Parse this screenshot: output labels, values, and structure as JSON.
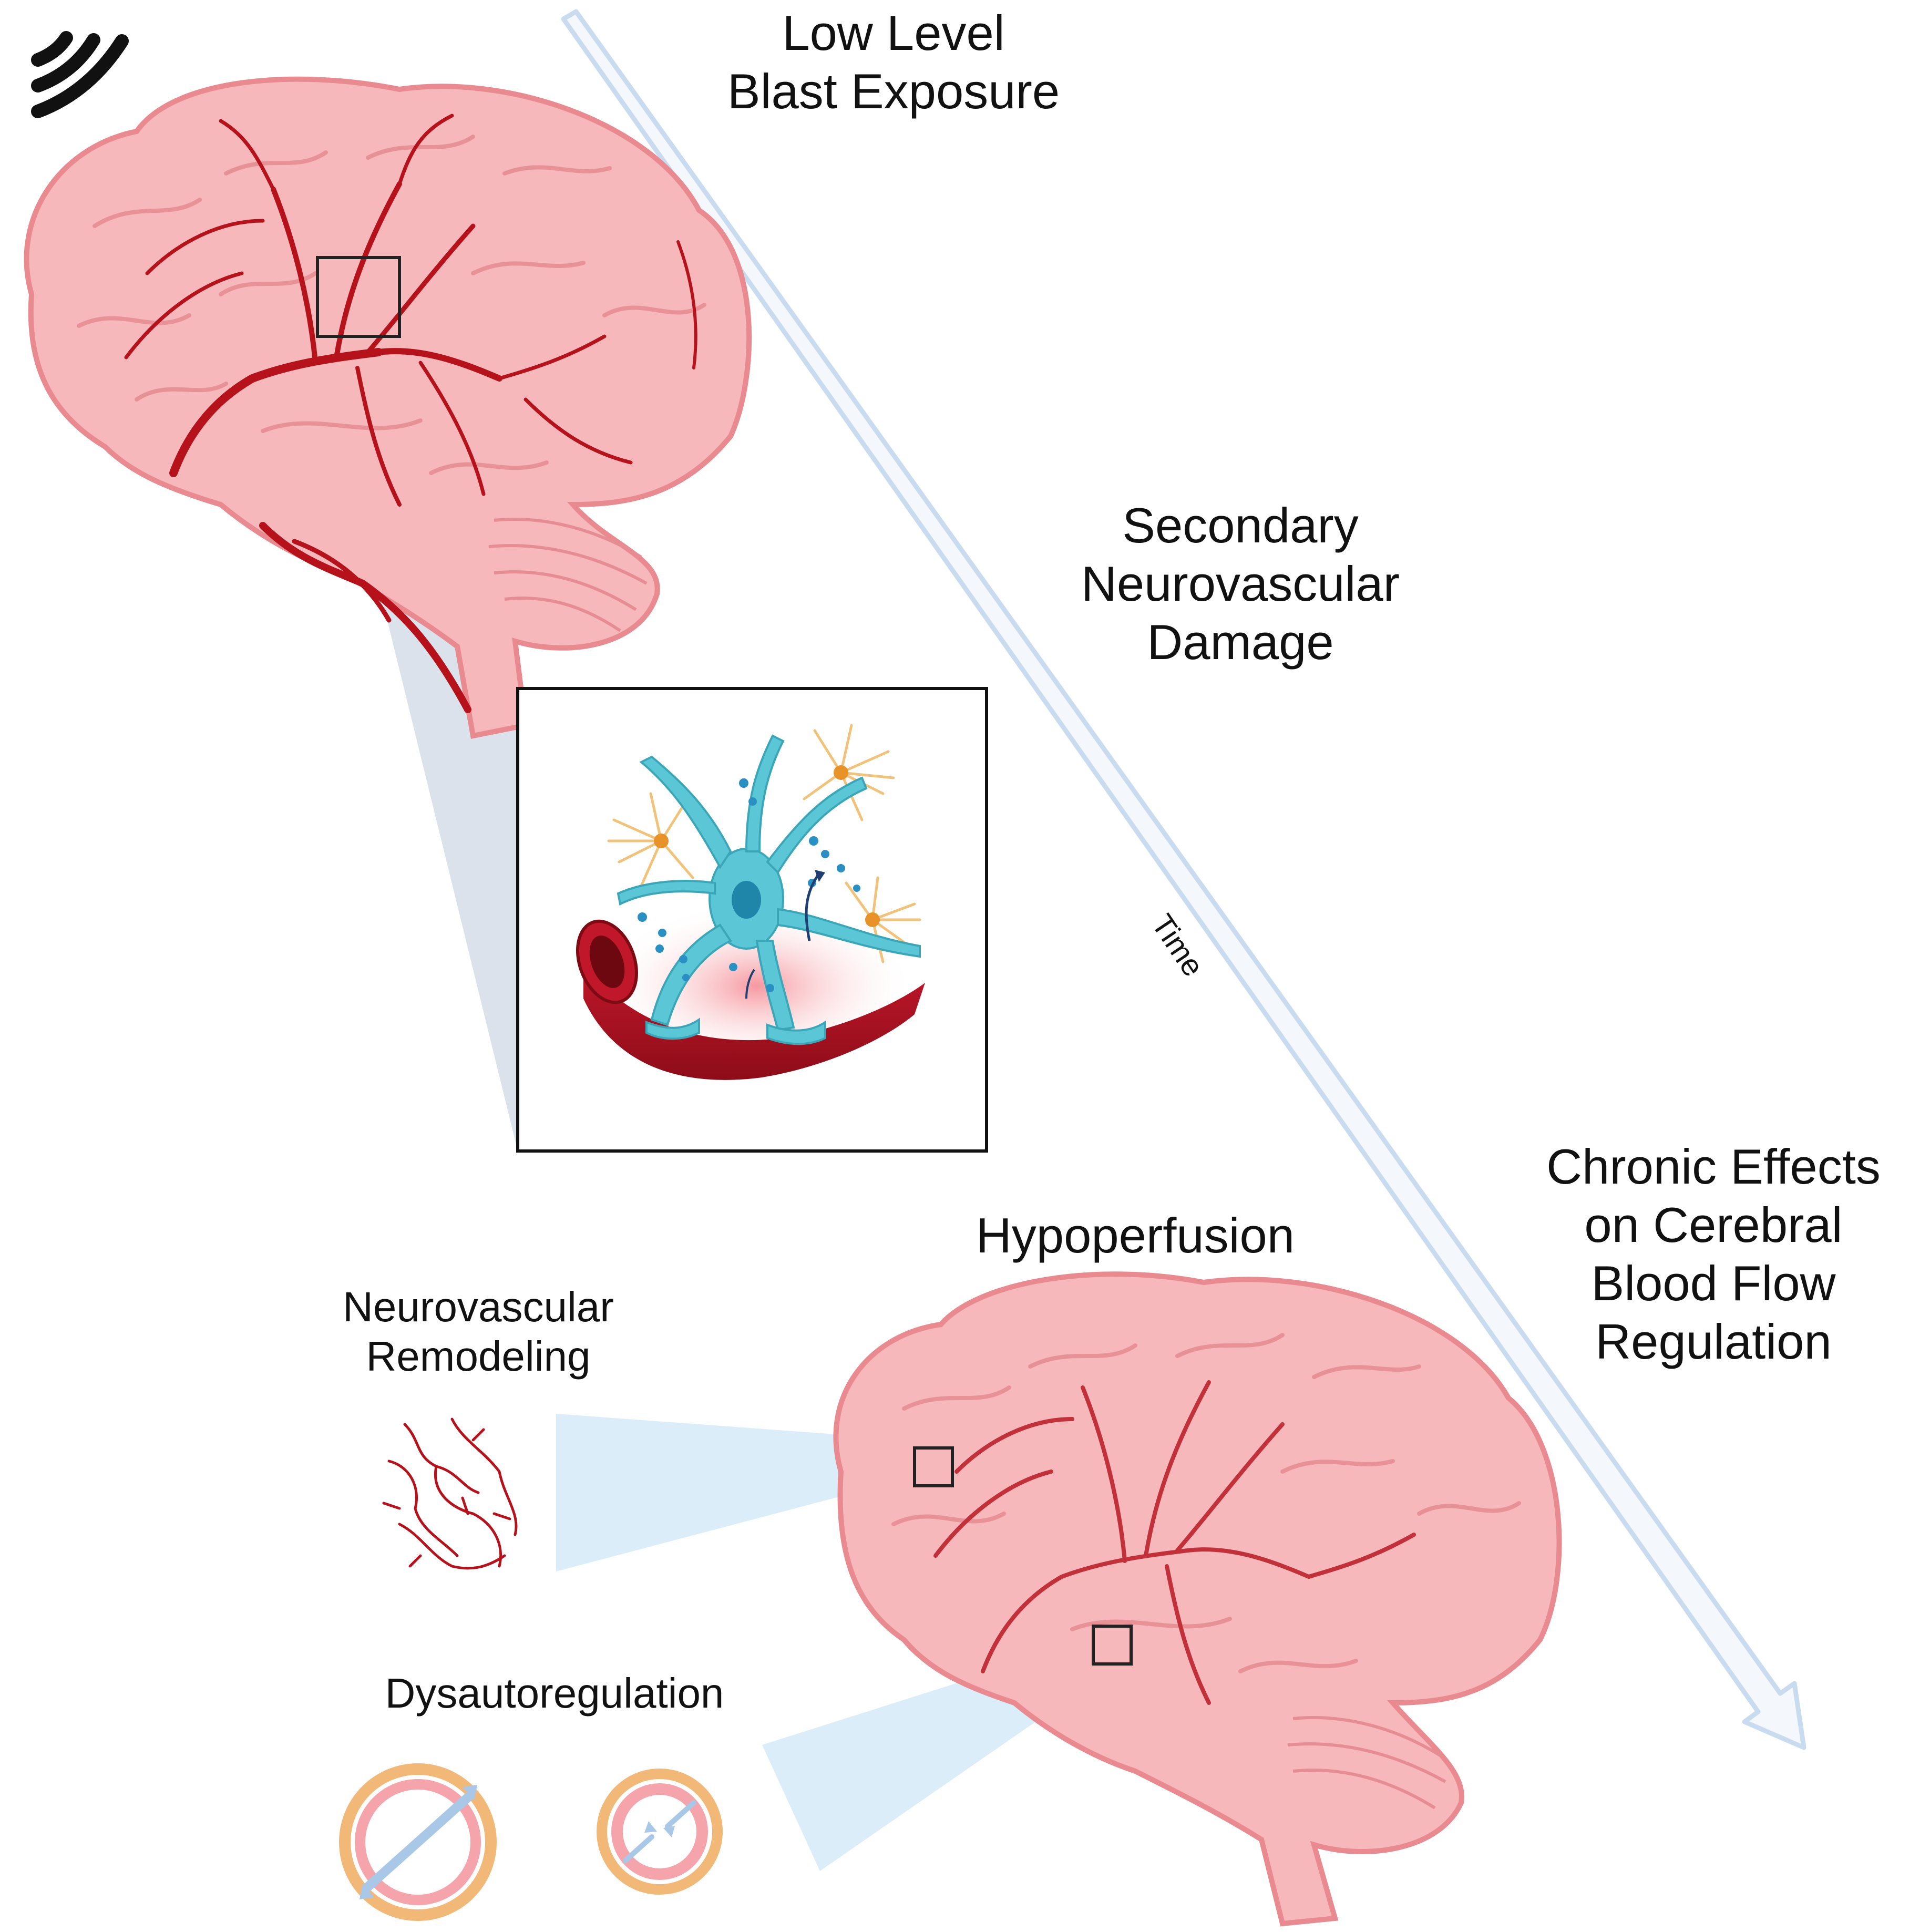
{
  "stages": {
    "blast": [
      "Low Level",
      "Blast Exposure"
    ],
    "secondary": [
      "Secondary",
      "Neurovascular",
      "Damage"
    ],
    "chronic": [
      "Chronic Effects",
      "on Cerebral",
      "Blood Flow",
      "Regulation"
    ]
  },
  "time_axis_label": "Time",
  "effects": {
    "hypoperfusion": "Hypoperfusion",
    "remodeling": [
      "Neurovascular",
      "Remodeling"
    ],
    "dysautoregulation": "Dysautoregulation"
  },
  "colors": {
    "brain_fill": "#f7b8bb",
    "brain_outline": "#e88a8f",
    "vessel": "#b5121b",
    "time_arrow": "#c9dcef",
    "neuron": "#5bc6d6",
    "astrocyte": "#f1c27a",
    "callout_zoom": "#a9b9d1",
    "callout_effect": "#d6ebf7",
    "vessel_wall_outer": "#f2b877"
  },
  "icons": {
    "blast": "blast-wave-icon",
    "neurovascular_unit": "neurovascular-unit-illustration",
    "capillary_network": "capillary-network-icon",
    "dilated_vessel": "dilated-vessel-icon",
    "constricted_vessel": "constricted-vessel-icon"
  }
}
